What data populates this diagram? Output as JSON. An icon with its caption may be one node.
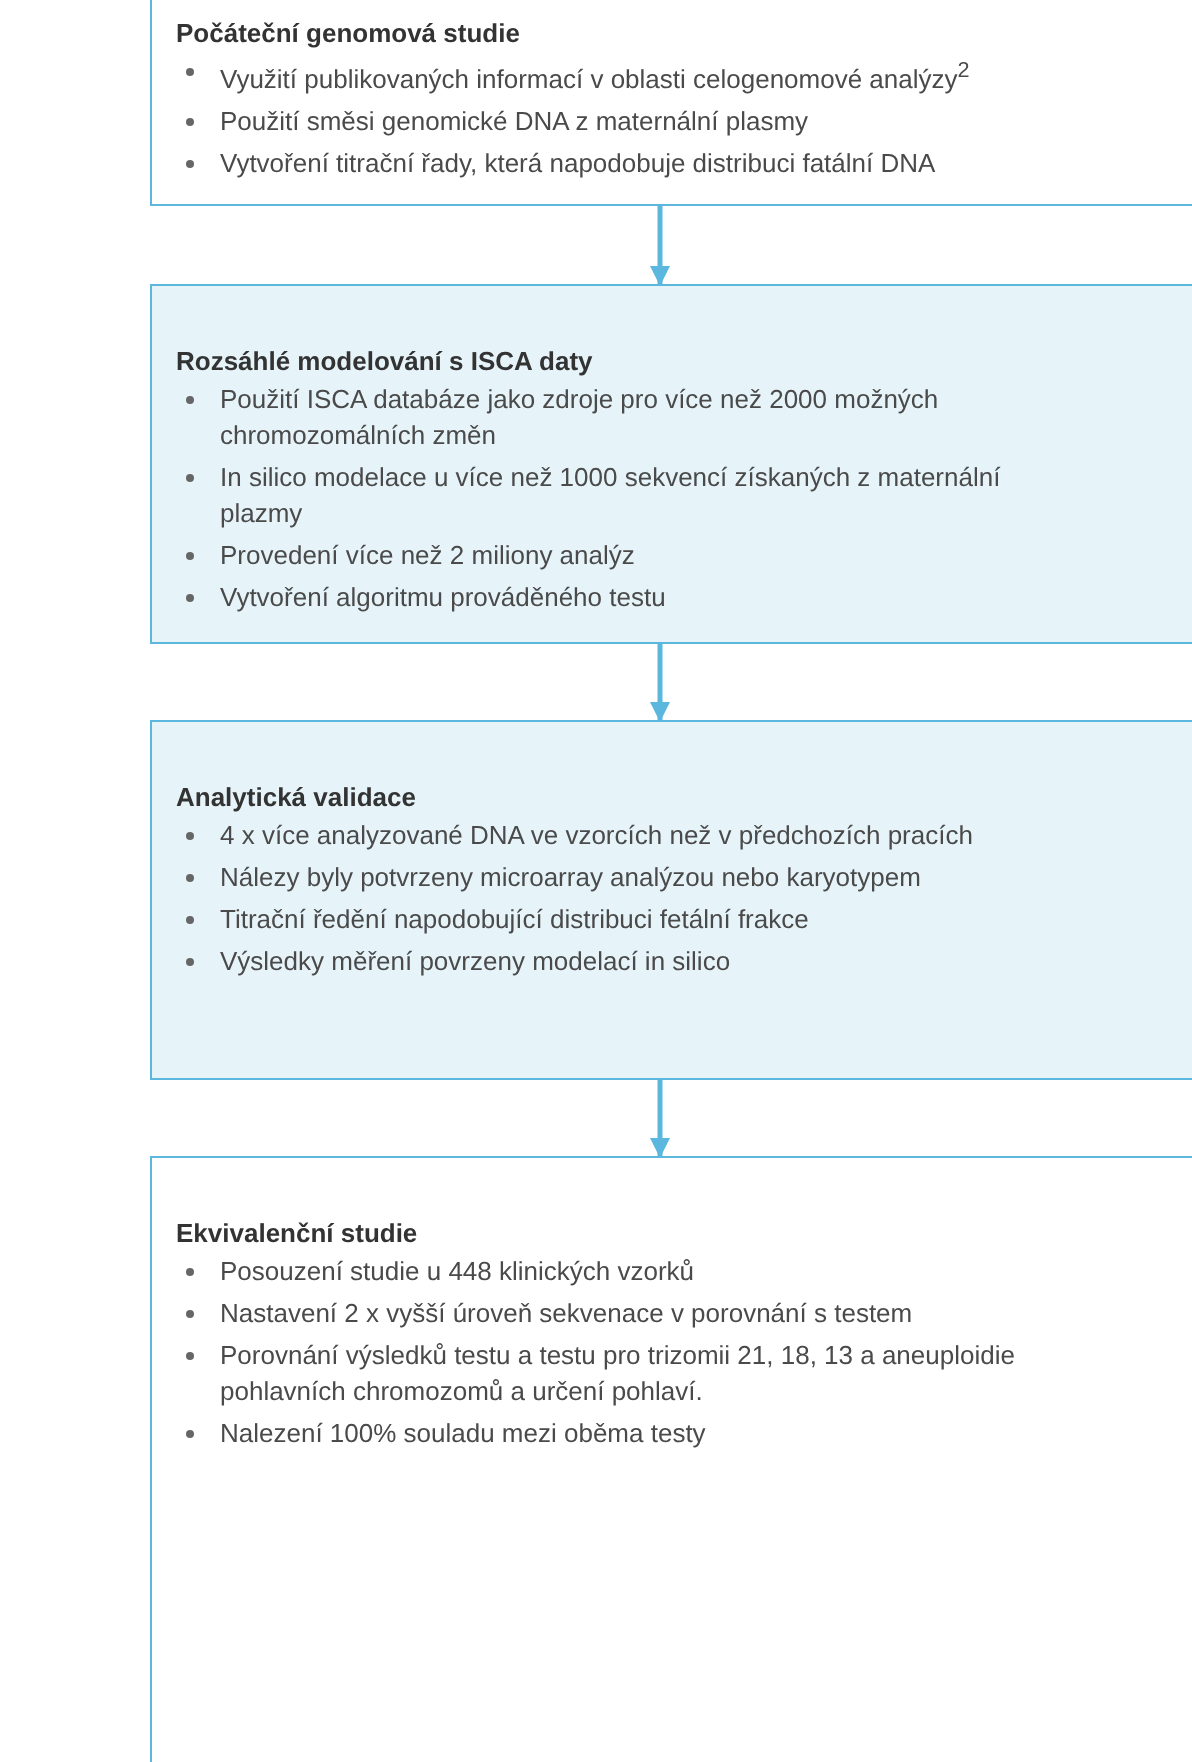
{
  "diagram": {
    "nodes": [
      {
        "text": [
          "Počáteční genomová studie",
          "Využití publikovaných informací v oblasti celogenomové analýzy$^{2}$",
          "Použití směsi genomické DNA z maternální plasmy",
          "Vytvoření titrační řady, která napodobuje distribuci fatální DNA"
        ]
      },
      {
        "text": [
          "Rozsáhlé modelování s ISCA daty",
          "Použití ISCA databáze jako zdroje pro více než 2000 možných chromozomálních změn",
          "In silico modelace u více než 1000 sekvencí získaných z maternální plazmy",
          "Provedení více než 2 miliony analýz",
          "Vytvoření algoritmu prováděného testu"
        ]
      },
      {
        "text": [
          "Analytická validace",
          "4 x více analyzované DNA ve vzorcích než v předchozích pracích",
          "Nálezy byly potvrzeny microarray analýzou nebo karyotypem",
          "Titrační ředění napodobující distribuci fetální frakce",
          "Výsledky měření povrzeny modelací in silico"
        ]
      },
      {
        "text": [
          "Ekvivalenční studie",
          "Posouzení studie u 448 klinických vzorků",
          "Nastavení 2 x vyšší úroveň sekvenace v porovnání s testem",
          "Porovnání výsledků testu a testu pro trizomii 21, 18, 13 a aneuploidie pohlavních chromozomů a určení pohlaví.",
          "Nalezení 100% souladu mezi oběma testy"
        ]
      }
    ],
    "edges": [
      {
        "from": 0,
        "to": 1,
        "arrow": "to"
      },
      {
        "from": 1,
        "to": 2,
        "arrow": "to"
      },
      {
        "from": 2,
        "to": 3,
        "arrow": "to"
      }
    ]
  }
}
